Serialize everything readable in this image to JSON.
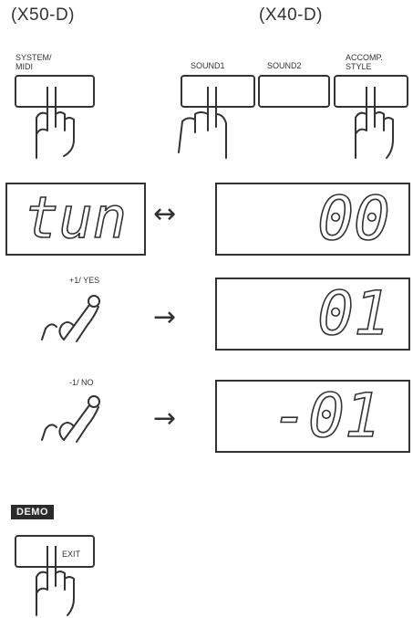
{
  "headers": {
    "x50": "(X50-D)",
    "x40": "(X40-D)"
  },
  "buttons": {
    "system_midi": "SYSTEM/\nMIDI",
    "sound1": "SOUND1",
    "sound2": "SOUND2",
    "accomp_style": "ACCOMP.\nSTYLE",
    "exit": "EXIT"
  },
  "displays": {
    "tun": "tun",
    "value_00": "00",
    "value_01": "01",
    "value_m01": "-01"
  },
  "steps": {
    "plus": "+1/ YES",
    "minus": "-1/ NO"
  },
  "demo_badge": "DEMO",
  "icons": {
    "bidirectional": "bidirectional-arrow-icon",
    "right": "right-arrow-icon",
    "hand": "pressing-hand-icon"
  }
}
